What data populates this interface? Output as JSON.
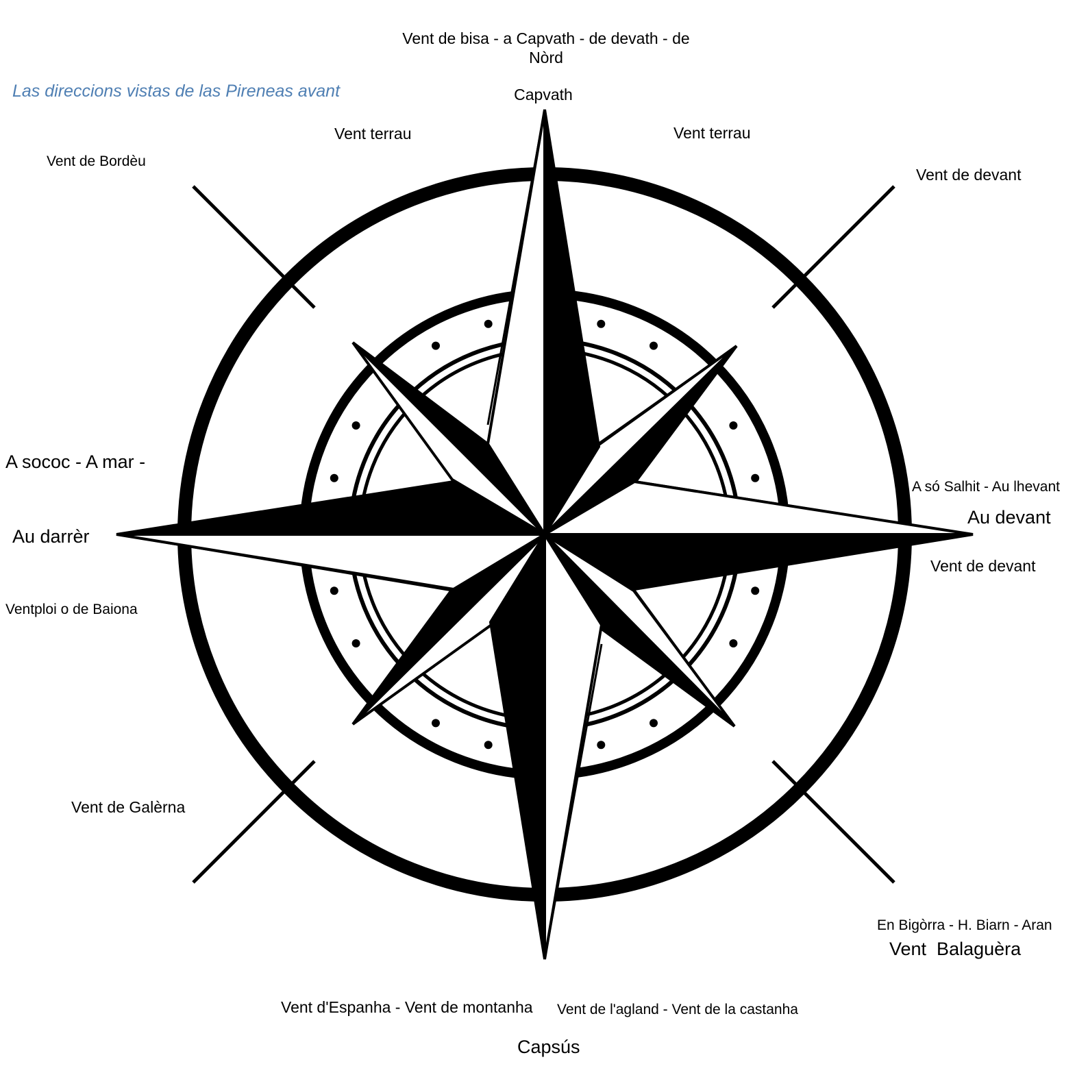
{
  "title": "Las direccions vistas de las Pireneas avant",
  "colors": {
    "title": "#4f7fb3",
    "ink": "#000000",
    "background": "#ffffff"
  },
  "labels": {
    "north_wind": "Vent de bisa - a Capvath - de devath - de",
    "north_wind_cont": "Nòrd",
    "north": "Capvath",
    "nnw": "Vent terrau",
    "nne": "Vent terrau",
    "northwest": "Vent de Bordèu",
    "northeast": "Vent de devant",
    "west_1": "A sococ - A mar -",
    "west_2": "Au darrèr",
    "wsw": "Ventploi o de Baiona",
    "east_1": "A só Salhit - Au lhevant",
    "east_2": "Au devant",
    "ese": "Vent de devant",
    "southwest": "Vent de Galèrna",
    "southeast_1": "En Bigòrra - H. Biarn - Aran",
    "southeast_2": "Vent  Balaguèra",
    "ssw": "Vent d'Espanha - Vent de montanha",
    "sse": "Vent de l'agland - Vent de la castanha",
    "south": "Capsús"
  }
}
